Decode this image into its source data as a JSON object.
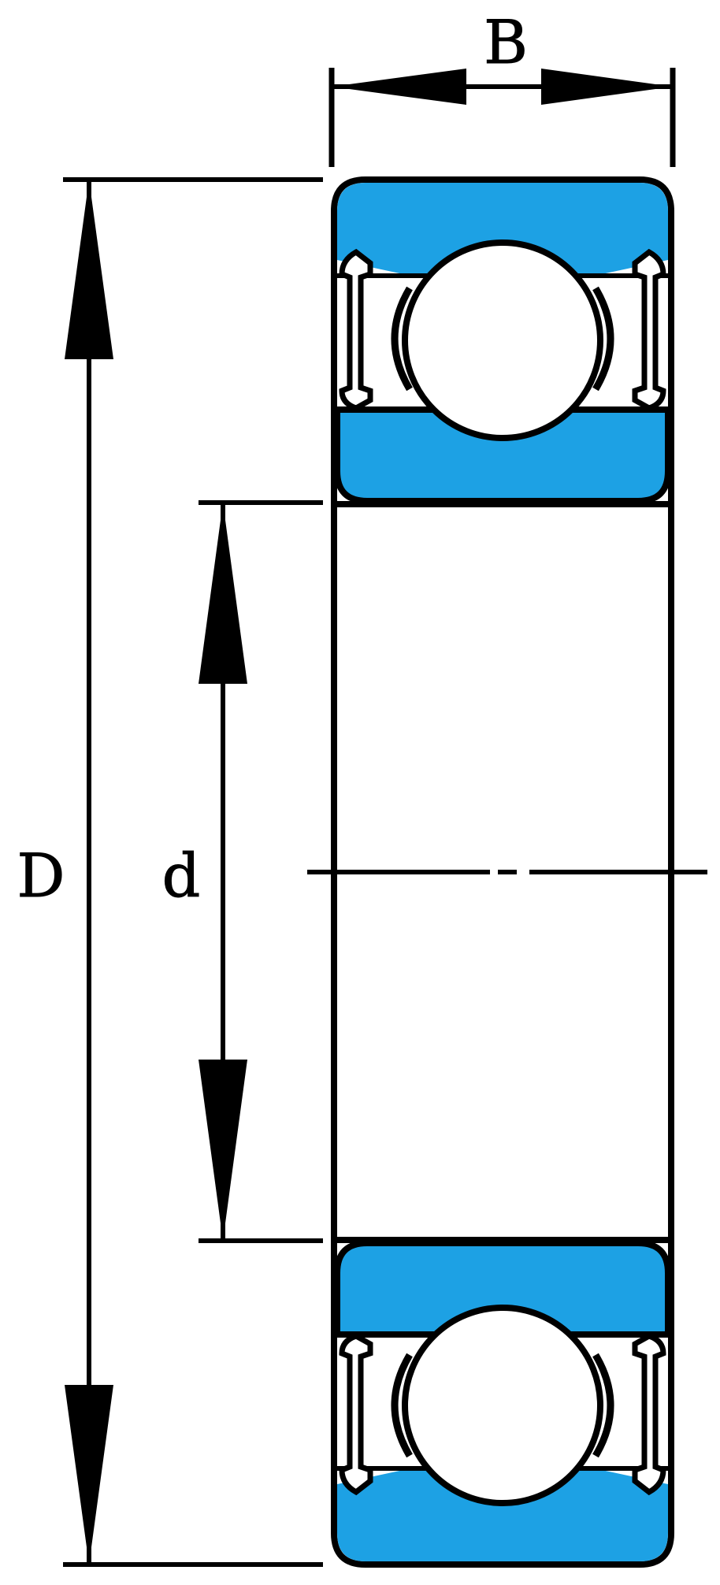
{
  "labels": {
    "width": "B",
    "outer_diameter": "D",
    "bore_diameter": "d"
  },
  "colors": {
    "ring_fill": "#1da1e4",
    "outline": "#000000",
    "background": "#ffffff"
  }
}
